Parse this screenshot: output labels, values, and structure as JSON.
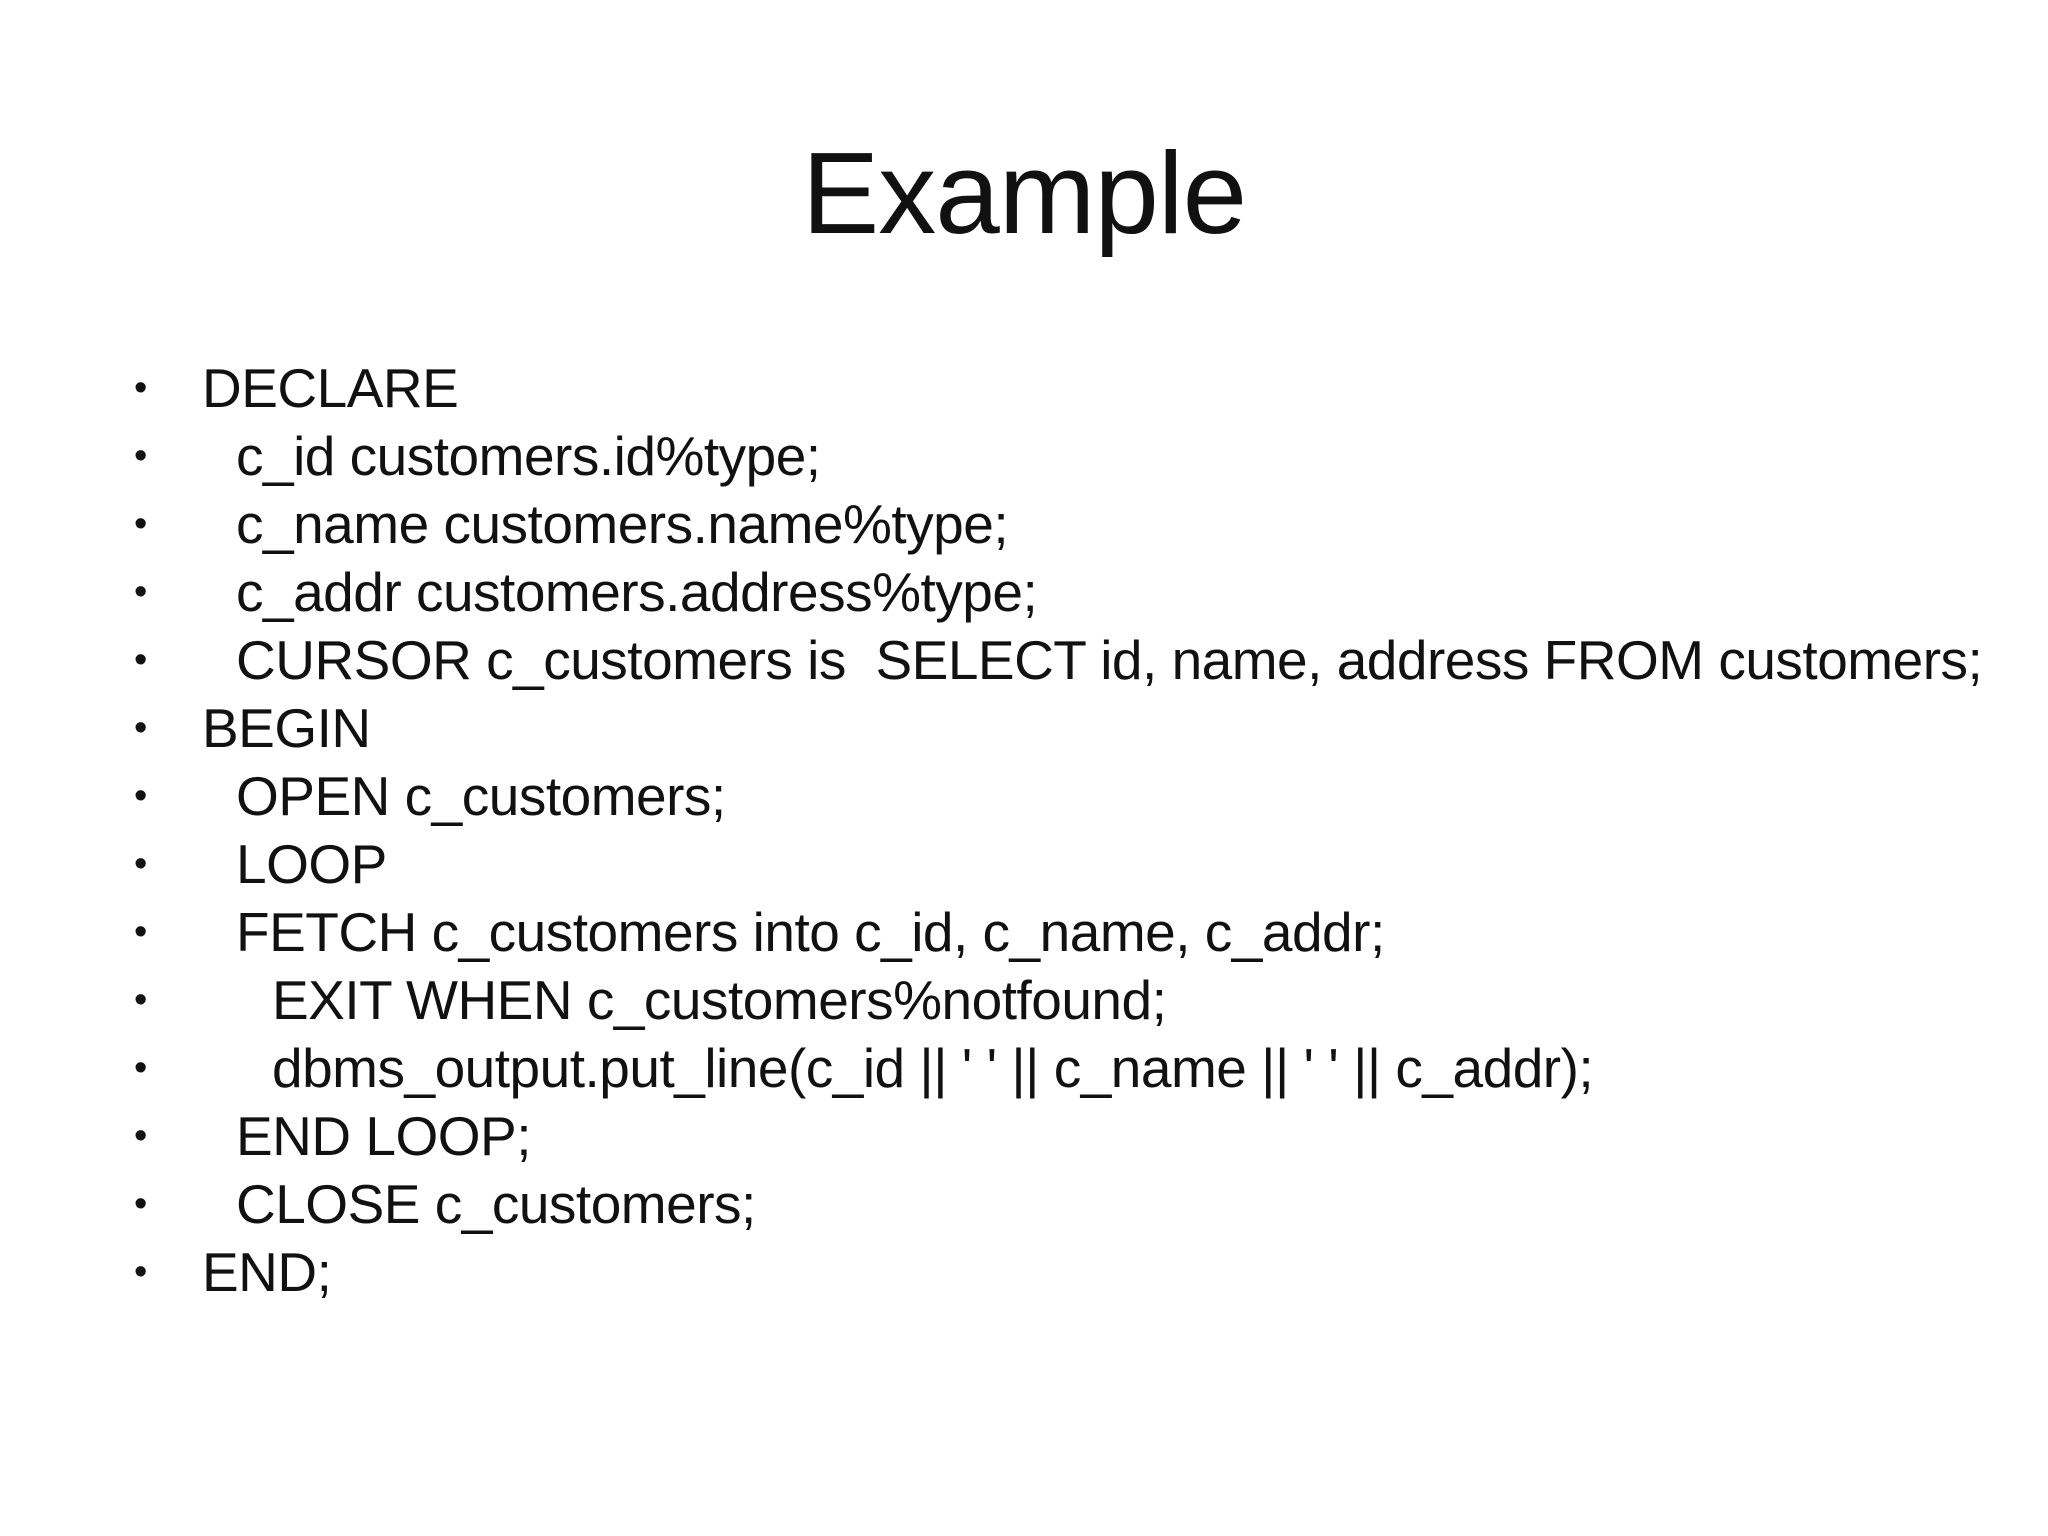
{
  "slide": {
    "title": "Example",
    "bullet_char": "•",
    "background_color": "#ffffff",
    "text_color": "#111111",
    "bullets": [
      {
        "indent": 0,
        "text": "DECLARE"
      },
      {
        "indent": 1,
        "text": "c_id customers.id%type;"
      },
      {
        "indent": 1,
        "text": "c_name customers.name%type;"
      },
      {
        "indent": 1,
        "text": "c_addr customers.address%type;"
      },
      {
        "indent": 1,
        "text": "CURSOR c_customers is  SELECT id, name, address FROM customers;"
      },
      {
        "indent": 0,
        "text": "BEGIN"
      },
      {
        "indent": 1,
        "text": "OPEN c_customers;"
      },
      {
        "indent": 1,
        "text": "LOOP"
      },
      {
        "indent": 1,
        "text": "FETCH c_customers into c_id, c_name, c_addr;"
      },
      {
        "indent": 2,
        "text": "EXIT WHEN c_customers%notfound;"
      },
      {
        "indent": 2,
        "text": "dbms_output.put_line(c_id || ' ' || c_name || ' ' || c_addr);"
      },
      {
        "indent": 1,
        "text": "END LOOP;"
      },
      {
        "indent": 1,
        "text": "CLOSE c_customers;"
      },
      {
        "indent": 0,
        "text": "END;"
      }
    ]
  }
}
